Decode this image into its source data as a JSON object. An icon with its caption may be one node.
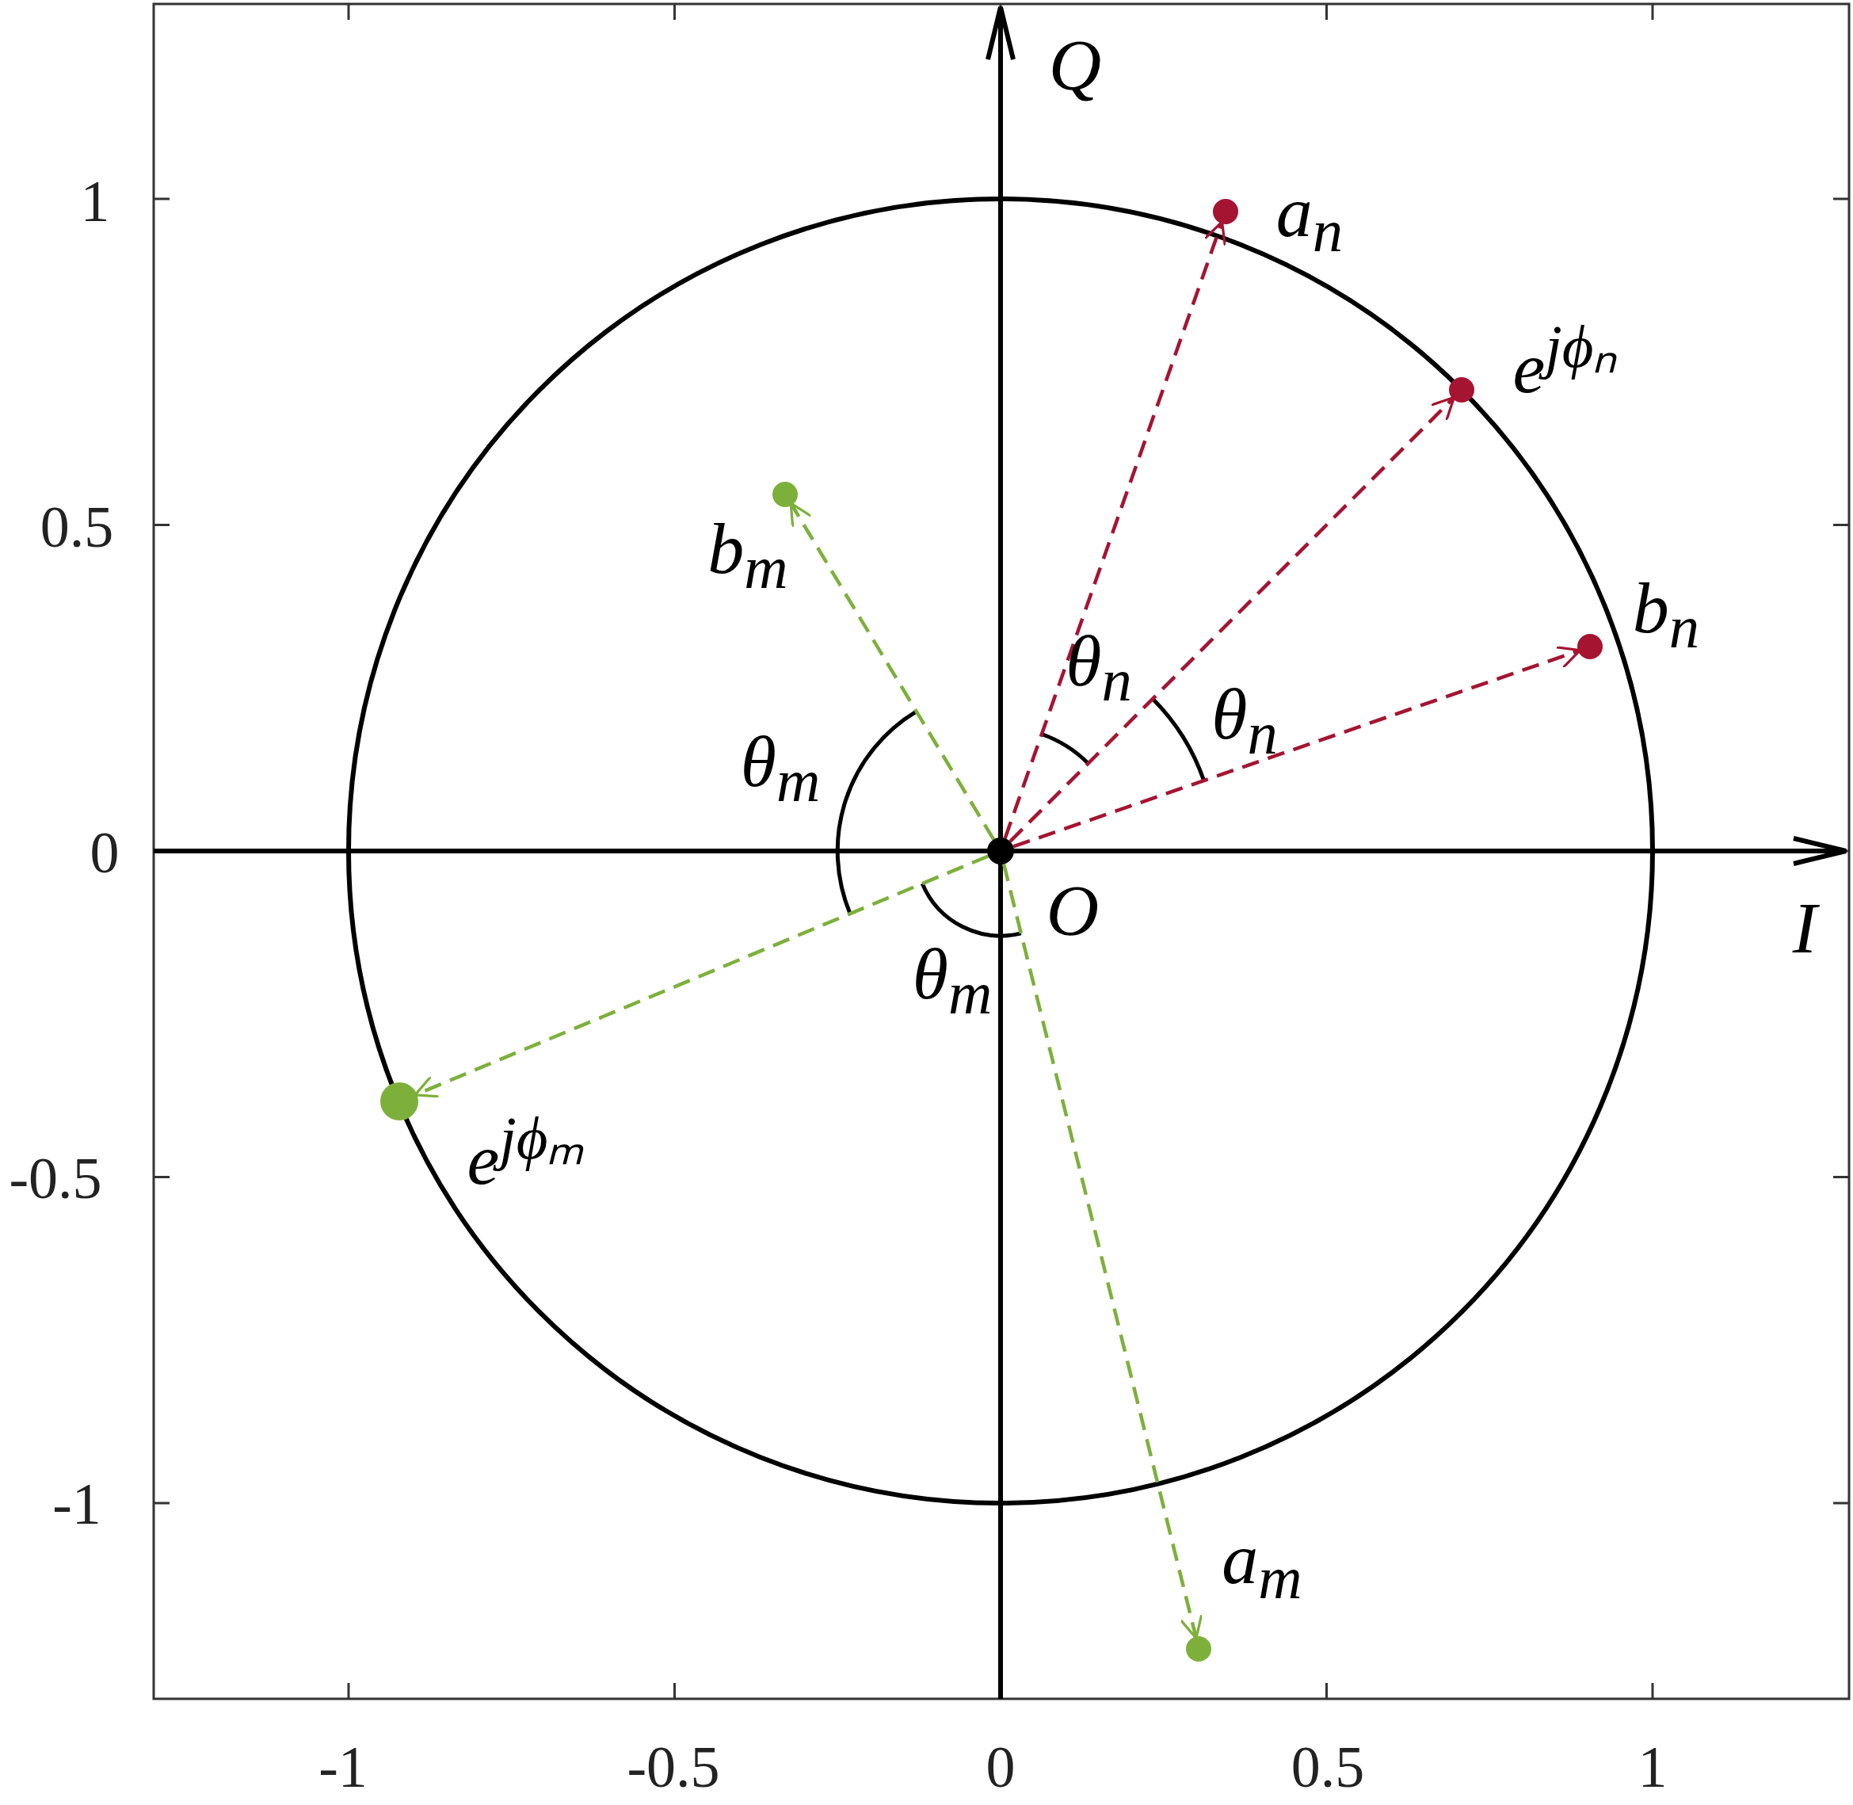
{
  "diagram": {
    "nodes": [
      {
        "text": [],
        "shape": "circle",
        "beside": [
          "O"
        ]
      },
      {
        "text": [],
        "shape": "circle",
        "beside": [
          "a$_{n}$"
        ]
      },
      {
        "text": [],
        "shape": "circle",
        "beside": [
          "e$^{jϕₙ}$"
        ]
      },
      {
        "text": [],
        "shape": "circle",
        "beside": [
          "b$_{n}$"
        ]
      },
      {
        "text": [],
        "shape": "circle",
        "beside": [
          "b$_{m}$"
        ]
      },
      {
        "text": [],
        "shape": "circle",
        "beside": [
          "e$^{jϕₘ}$"
        ]
      },
      {
        "text": [],
        "shape": "circle",
        "beside": [
          "a$_{m}$"
        ]
      }
    ],
    "edges": [
      {
        "from": 0,
        "to": 1,
        "arrow": "to",
        "style": "dashed",
        "color": "#a51431"
      },
      {
        "from": 0,
        "to": 2,
        "arrow": "to",
        "style": "dashed",
        "color": "#a51431"
      },
      {
        "from": 0,
        "to": 3,
        "arrow": "to",
        "style": "dashed",
        "color": "#a51431"
      },
      {
        "from": 0,
        "to": 4,
        "arrow": "to",
        "style": "dashed",
        "color": "#7db03b"
      },
      {
        "from": 0,
        "to": 5,
        "arrow": "to",
        "style": "dashed",
        "color": "#7db03b"
      },
      {
        "from": 0,
        "to": 6,
        "arrow": "to",
        "style": "dashed",
        "color": "#7db03b"
      }
    ],
    "labels": [
      "Q",
      "1",
      "0.5",
      "θ$_{n}$",
      "θ$_{n}$",
      "θ$_{m}$",
      "0",
      "I",
      "θ$_{m}$",
      "-0.5",
      "-1",
      "-1",
      "-0.5",
      "0",
      "0.5",
      "1"
    ]
  }
}
